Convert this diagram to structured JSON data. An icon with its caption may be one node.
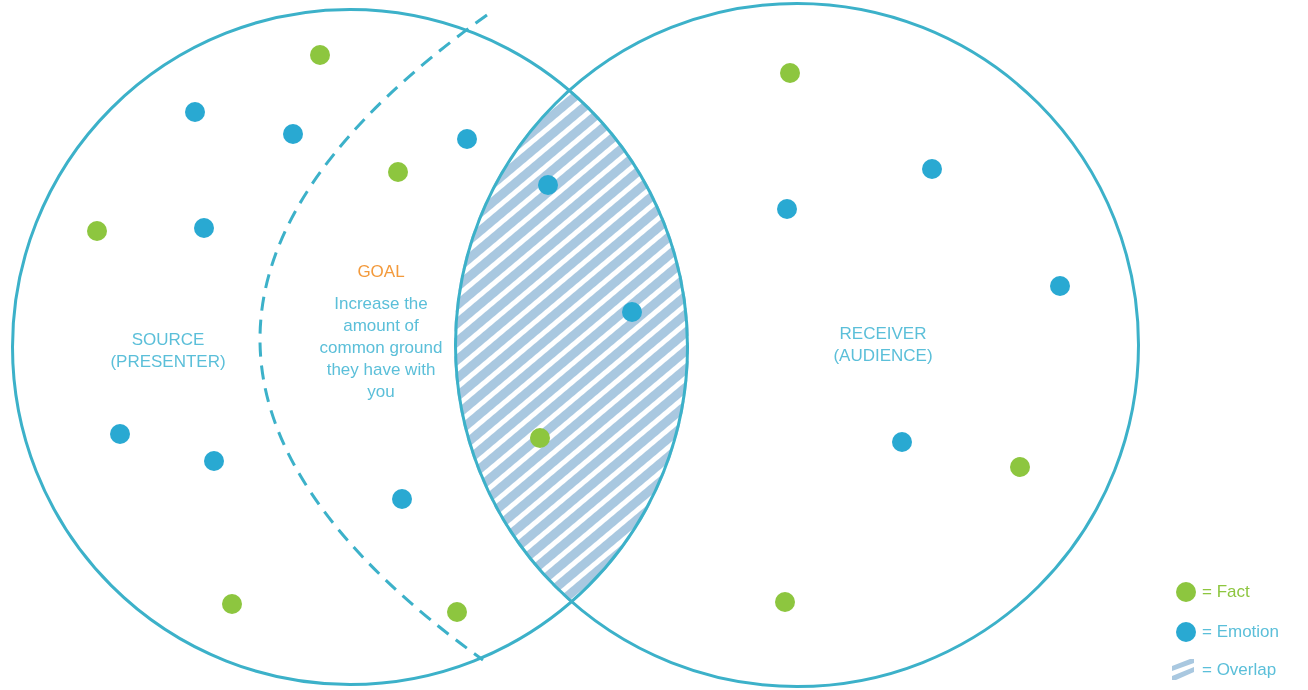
{
  "diagram": {
    "nodes": [
      {
        "text": [
          "SOURCE (PRESENTER)"
        ]
      },
      {
        "text": [
          "RECEIVER (AUDIENCE)"
        ]
      },
      {
        "text": [
          "GOAL",
          "Increase the amount of common ground they have with you"
        ],
        "in": 0
      }
    ],
    "edges": [],
    "legend": [
      {
        "text": "= Fact",
        "color": "#8dc63f"
      },
      {
        "text": "= Emotion",
        "color": "#29a9d2"
      },
      {
        "text": "= Overlap"
      }
    ]
  }
}
